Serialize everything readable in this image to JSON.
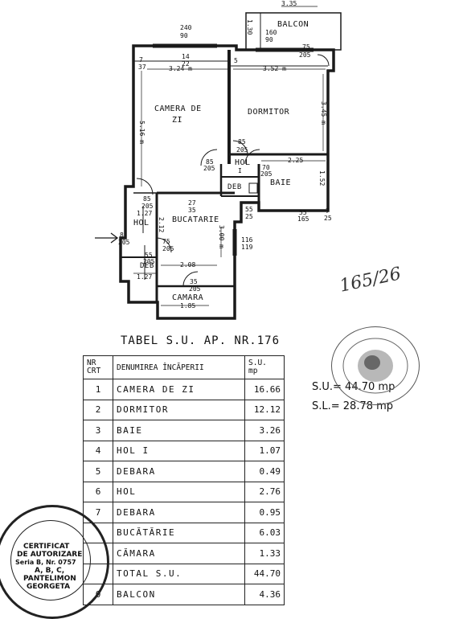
{
  "plan": {
    "top_dim": "3.35",
    "rooms": {
      "balcon": "BALCON",
      "camera_de_zi": "CAMERA DE",
      "camera_de_zi_2": "ZI",
      "dormitor": "DORMITOR",
      "hol_i": "HOL",
      "hol_i_2": "I",
      "baie": "BAIE",
      "deb": "DEB",
      "hol": "HOL",
      "bucatarie": "BUCATARIE",
      "deb2": "DEB",
      "camara": "CAMARA"
    },
    "dims": {
      "d1": "3.24 m",
      "d2": "3.52 m",
      "d3": "5.16 m",
      "d4": "3.45 m",
      "d5": "2.25",
      "d6": "1.52",
      "d7": "3.00 m",
      "d8": "2.08",
      "d9": "1.85",
      "d10": "1.27",
      "d11": "1.27",
      "d12": "2.12",
      "d13": "1.30",
      "w1": "240",
      "w1b": "90",
      "w2": "160",
      "w2b": "90",
      "w3": "14",
      "w3b": "22",
      "w4": "75",
      "w4b": "205",
      "w5": "85",
      "w5b": "205",
      "w6": "85",
      "w6b": "205",
      "w7": "70",
      "w7b": "205",
      "w8": "85",
      "w8b": "205",
      "w9": "27",
      "w9b": "35",
      "w10": "55",
      "w10b": "25",
      "w11": "55",
      "w11b": "165",
      "w12": "7",
      "w12b": "25",
      "w13": "116",
      "w13b": "119",
      "w14": "8",
      "w14b": "205",
      "w15": "75",
      "w15b": "205",
      "w16": "55",
      "w16b": "205",
      "w17": "35",
      "w17b": "205",
      "w18": "7",
      "w18b": "37",
      "w19": "5"
    }
  },
  "table": {
    "title": "TABEL S.U. AP. NR.176",
    "header": {
      "nr": "NR",
      "nr2": "CRT",
      "name": "DENUMIREA ÎNCĂPERII",
      "su": "S.U.",
      "su_unit": "mp"
    },
    "rows": [
      {
        "nr": "1",
        "name": "CAMERA DE ZI",
        "val": "16.66"
      },
      {
        "nr": "2",
        "name": "DORMITOR",
        "val": "12.12"
      },
      {
        "nr": "3",
        "name": "BAIE",
        "val": "3.26"
      },
      {
        "nr": "4",
        "name": "HOL I",
        "val": "1.07"
      },
      {
        "nr": "5",
        "name": "DEBARA",
        "val": "0.49"
      },
      {
        "nr": "6",
        "name": "HOL",
        "val": "2.76"
      },
      {
        "nr": "7",
        "name": "DEBARA",
        "val": "0.95"
      },
      {
        "nr": "",
        "name": "BUCĂTĂRIE",
        "val": "6.03"
      },
      {
        "nr": "",
        "name": "CĂMARA",
        "val": "1.33"
      },
      {
        "nr": "",
        "name": "TOTAL S.U.",
        "val": "44.70"
      },
      {
        "nr": "0",
        "name": "BALCON",
        "val": "4.36"
      }
    ]
  },
  "summary": {
    "su": "S.U.= 44.70 mp",
    "sl": "S.L.= 28.78 mp"
  },
  "signature": "165/26",
  "stamp_left": {
    "line1": "CERTIFICAT",
    "line2": "DE AUTORIZARE",
    "line3": "Seria B, Nr. 0757",
    "line4": "A, B, C,",
    "line5": "PANTELIMON",
    "line6": "GEORGETA"
  },
  "colors": {
    "ink": "#111111",
    "paper": "#ffffff"
  }
}
